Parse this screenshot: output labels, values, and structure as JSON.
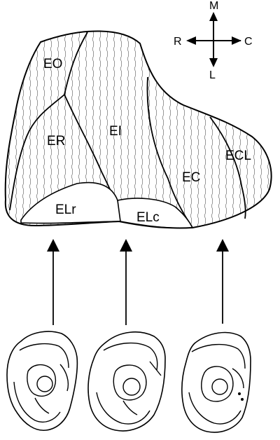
{
  "compass": {
    "up": "M",
    "down": "L",
    "left": "R",
    "right": "C"
  },
  "regions": {
    "eo": "EO",
    "er": "ER",
    "ei": "EI",
    "ec": "EC",
    "ecl": "ECL",
    "elr": "ELr",
    "elc": "ELc"
  }
}
